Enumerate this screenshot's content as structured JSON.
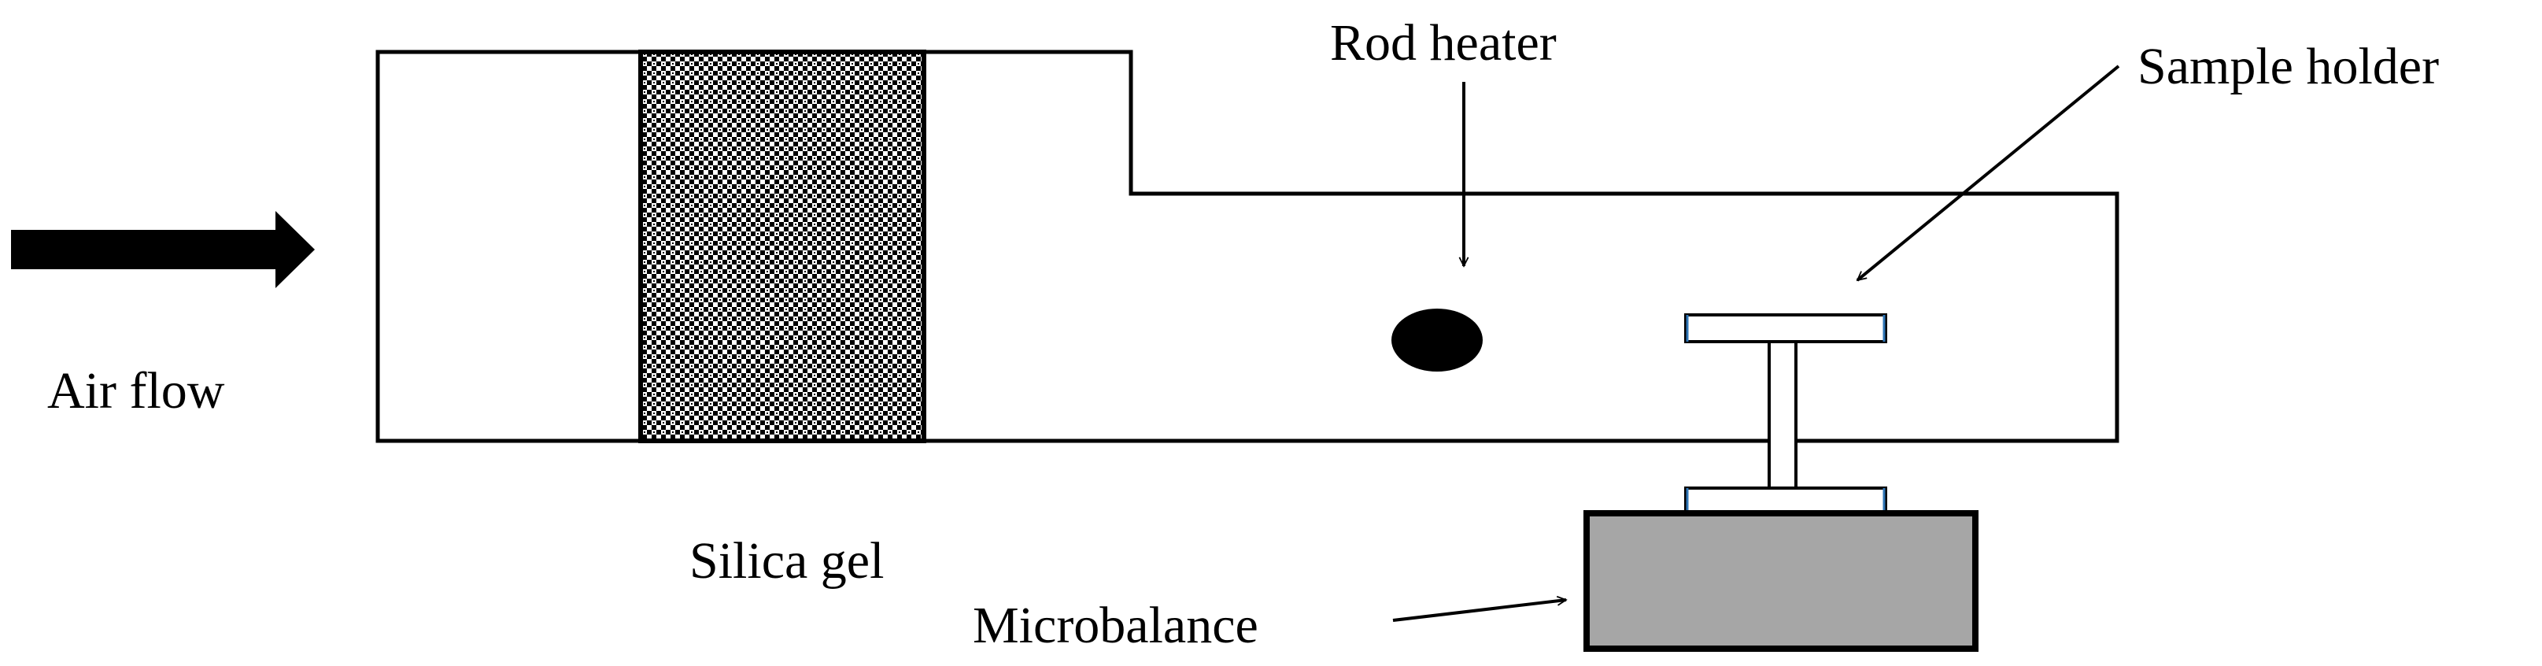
{
  "labels": {
    "rod_heater": "Rod heater",
    "sample_holder": "Sample holder",
    "air_flow": "Air flow",
    "silica_gel": "Silica gel",
    "microbalance": "Microbalance"
  },
  "colors": {
    "stroke": "#000000",
    "background": "#ffffff",
    "microbalance_fill": "#a6a6a6",
    "holder_accent": "#2e75b6"
  }
}
